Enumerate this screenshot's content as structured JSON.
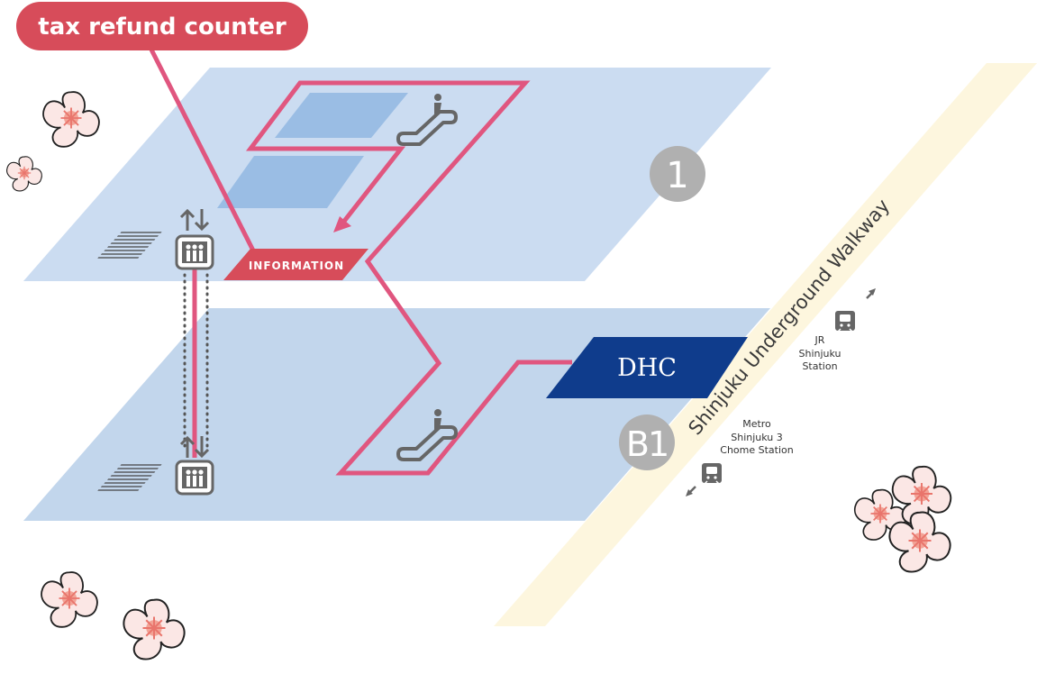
{
  "header": {
    "label": "tax refund counter"
  },
  "floors": {
    "upper": {
      "number": "1"
    },
    "lower": {
      "number": "B1"
    }
  },
  "info_sign": {
    "label": "INFORMATION"
  },
  "store": {
    "name": "DHC"
  },
  "walkway": {
    "label": "Shinjuku Underground Walkway"
  },
  "stations": {
    "jr": {
      "line1": "JR",
      "line2": "Shinjuku",
      "line3": "Station"
    },
    "metro": {
      "line1": "Metro",
      "line2": "Shinjuku 3",
      "line3": "Chome Station"
    }
  },
  "icons": {
    "escalator": "escalator-icon",
    "elevator": "elevator-icon",
    "train": "train-icon",
    "stairs": "stairs-icon",
    "flower": "cherry-blossom-icon"
  },
  "colors": {
    "route": "#e0567f",
    "badge": "#d74c5a",
    "floor_plate": "#cbdcf1",
    "store_blue": "#0f3c8c",
    "walkway_band": "#fdf6de",
    "floor_number": "#b0b0b0",
    "icon_gray": "#666666"
  }
}
